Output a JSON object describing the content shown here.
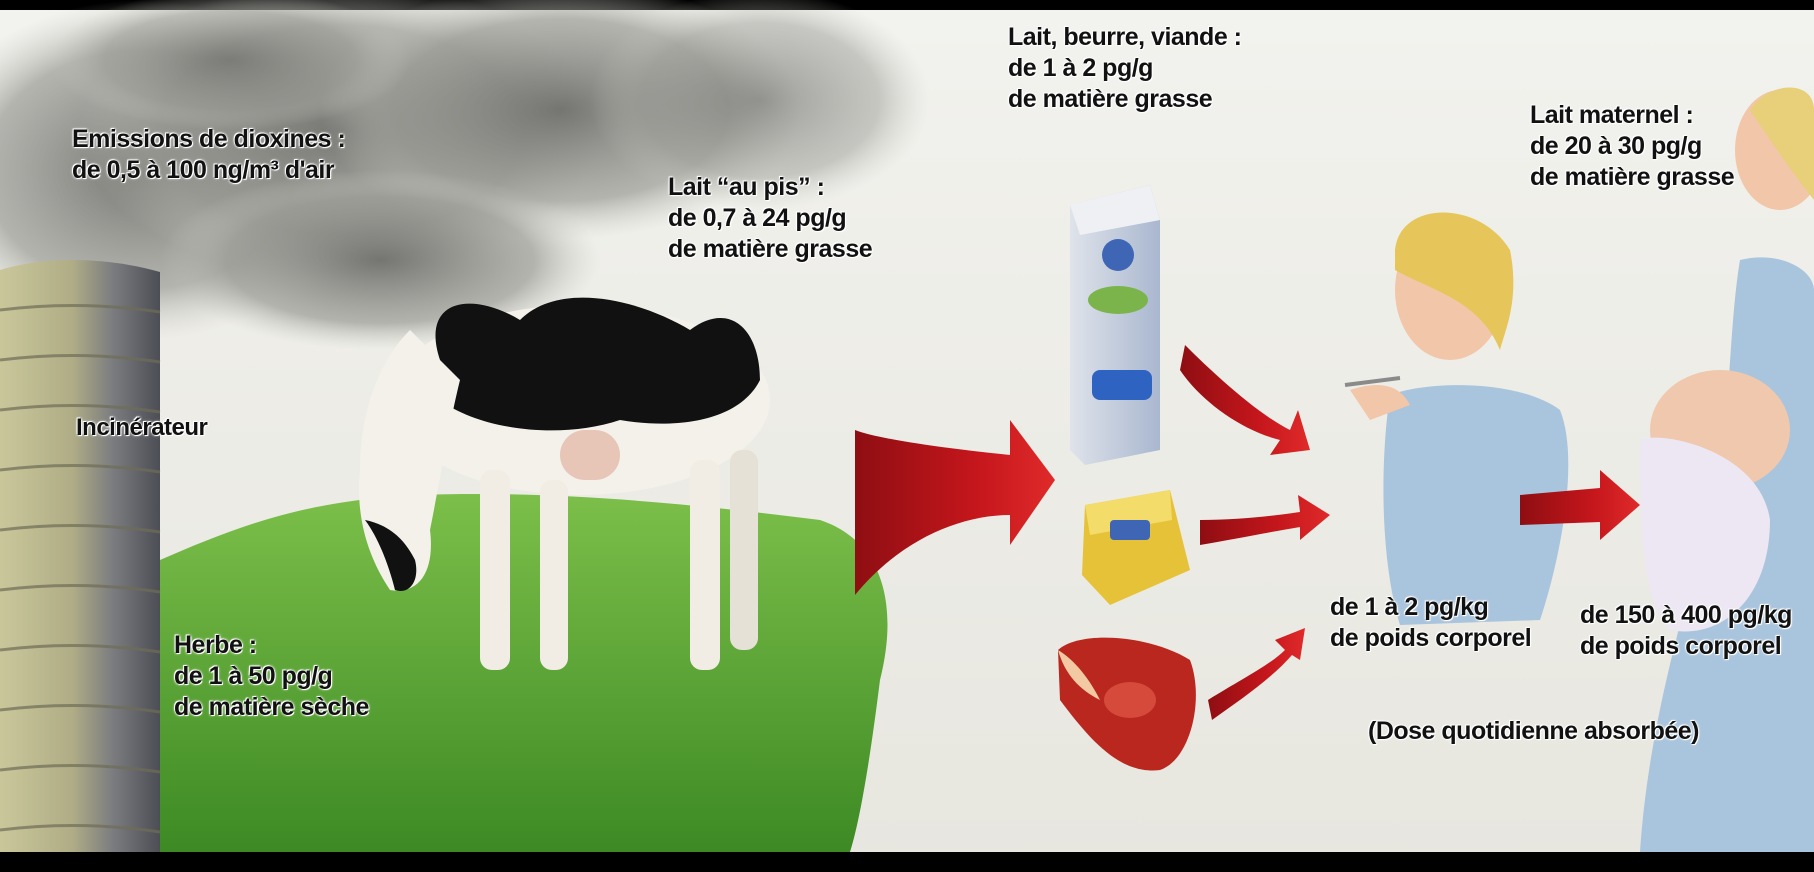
{
  "labels": {
    "emissions": [
      "Emissions de dioxines :",
      "de 0,5 à 100 ng/m³ d'air"
    ],
    "incinerator": "Incinérateur",
    "grass": [
      "Herbe :",
      "de 1 à 50 pg/g",
      "de matière sèche"
    ],
    "raw_milk": [
      "Lait “au pis” :",
      "de 0,7 à 24 pg/g",
      "de matière grasse"
    ],
    "dairy_meat": [
      "Lait, beurre, viande :",
      "de 1 à 2 pg/g",
      "de matière grasse"
    ],
    "breast_milk": [
      "Lait maternel :",
      "de 20 à 30 pg/g",
      "de matière grasse"
    ],
    "adult_dose": [
      "de 1 à 2 pg/kg",
      "de poids corporel"
    ],
    "infant_dose": [
      "de 150 à 400 pg/kg",
      "de poids corporel"
    ],
    "dose_caption": "(Dose quotidienne absorbée)"
  },
  "icons": [
    "incinerator-icon",
    "smoke-cloud-icon",
    "cow-icon",
    "milk-carton-icon",
    "butter-icon",
    "meat-icon",
    "adult-eating-icon",
    "mother-breastfeeding-icon",
    "flow-arrow-icon"
  ],
  "colors": {
    "arrow": "#c4161c",
    "grass": "#4f9a2e",
    "smoke": "#8a8a86",
    "background": "#ecebe4"
  }
}
